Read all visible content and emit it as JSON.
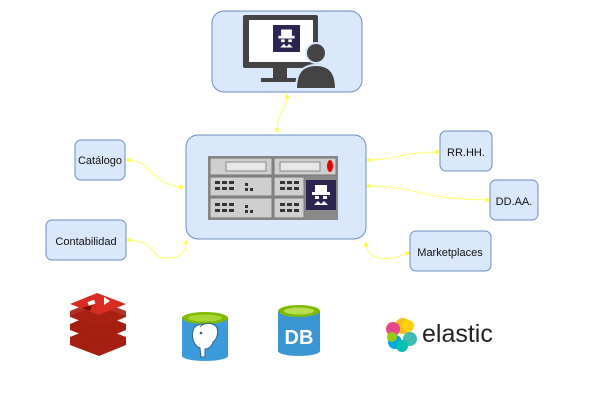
{
  "diagram": {
    "nodes": {
      "user_station": {
        "label": ""
      },
      "server_hub": {
        "label": ""
      },
      "catalogo": {
        "label": "Catálogo"
      },
      "contabilidad": {
        "label": "Contabilidad"
      },
      "rrhh": {
        "label": "RR.HH."
      },
      "ddaa": {
        "label": "DD.AA."
      },
      "marketplaces": {
        "label": "Marketplaces"
      }
    },
    "edges": [
      {
        "from": "user_station",
        "to": "server_hub"
      },
      {
        "from": "catalogo",
        "to": "server_hub"
      },
      {
        "from": "contabilidad",
        "to": "server_hub"
      },
      {
        "from": "rrhh",
        "to": "server_hub"
      },
      {
        "from": "ddaa",
        "to": "server_hub"
      },
      {
        "from": "marketplaces",
        "to": "server_hub"
      }
    ],
    "technology_logos": [
      {
        "icon": "redis-icon"
      },
      {
        "icon": "postgresql-icon"
      },
      {
        "icon": "azure-sql-db-icon",
        "text": "DB"
      },
      {
        "icon": "elastic-icon",
        "text": "elastic"
      }
    ],
    "colors": {
      "node_fill": "#dae8fc",
      "node_stroke": "#6c8ebf",
      "connector": "#ffff66",
      "server_body": "#cfcfcf",
      "spy_badge": "#2c2552",
      "redis": "#c6302b",
      "postgres_cyl": "#3c9cdb",
      "db_cyl": "#3b95d1",
      "cyl_top": "#7fba00"
    }
  }
}
